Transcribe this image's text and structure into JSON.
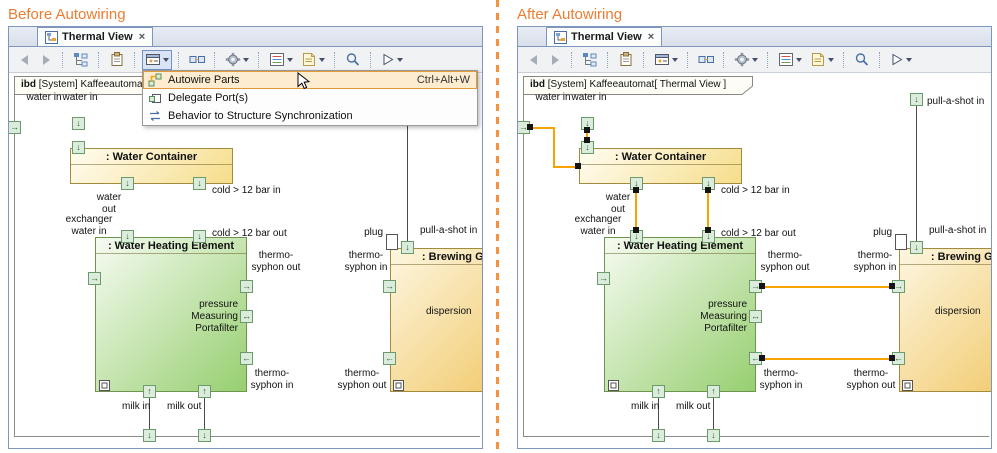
{
  "panels": {
    "before": {
      "title": "Before Autowiring"
    },
    "after": {
      "title": "After Autowiring"
    }
  },
  "tab": {
    "title": "Thermal View",
    "close": "×"
  },
  "frame_header": {
    "keyword": "ibd",
    "rest": " [System] Kaffeeautomat[ Thermal View ]"
  },
  "menu": {
    "items": [
      {
        "label": "Autowire Parts",
        "shortcut": "Ctrl+Alt+W"
      },
      {
        "label": "Delegate Port(s)"
      },
      {
        "label": "Behavior to Structure Synchronization"
      }
    ]
  },
  "diagram": {
    "blocks": {
      "water_container": ": Water Container",
      "water_heating_element": ": Water Heating Element",
      "brewing_group": ": Brewing Group"
    },
    "labels": {
      "water_in": "water in",
      "water_out": "water out",
      "cold_bar_in": "cold > 12 bar in",
      "cold_bar_out": "cold > 12 bar out",
      "exchanger_water_in": "exchanger water in",
      "thermo_syphon_out": "thermo- syphon out",
      "thermo_syphon_in": "thermo- syphon in",
      "pressure_measuring": "pressure Measuring Portafilter",
      "plug": "plug",
      "pull_a_shot_in": "pull-a-shot in",
      "dispersion": "dispersion",
      "milk_in": "milk in",
      "milk_out": "milk out"
    },
    "port_arrows": {
      "right": "→",
      "down": "↓",
      "left": "←",
      "up": "↑",
      "both": "↔"
    }
  },
  "colors": {
    "panel_title": "#ED7D31",
    "divider": "#F5923E",
    "autowire_connector": "#F7A400",
    "water_container_fill": "#F6DD8A",
    "heating_element_fill": "#97CF70",
    "brewing_group_fill": "#F0C45E"
  }
}
